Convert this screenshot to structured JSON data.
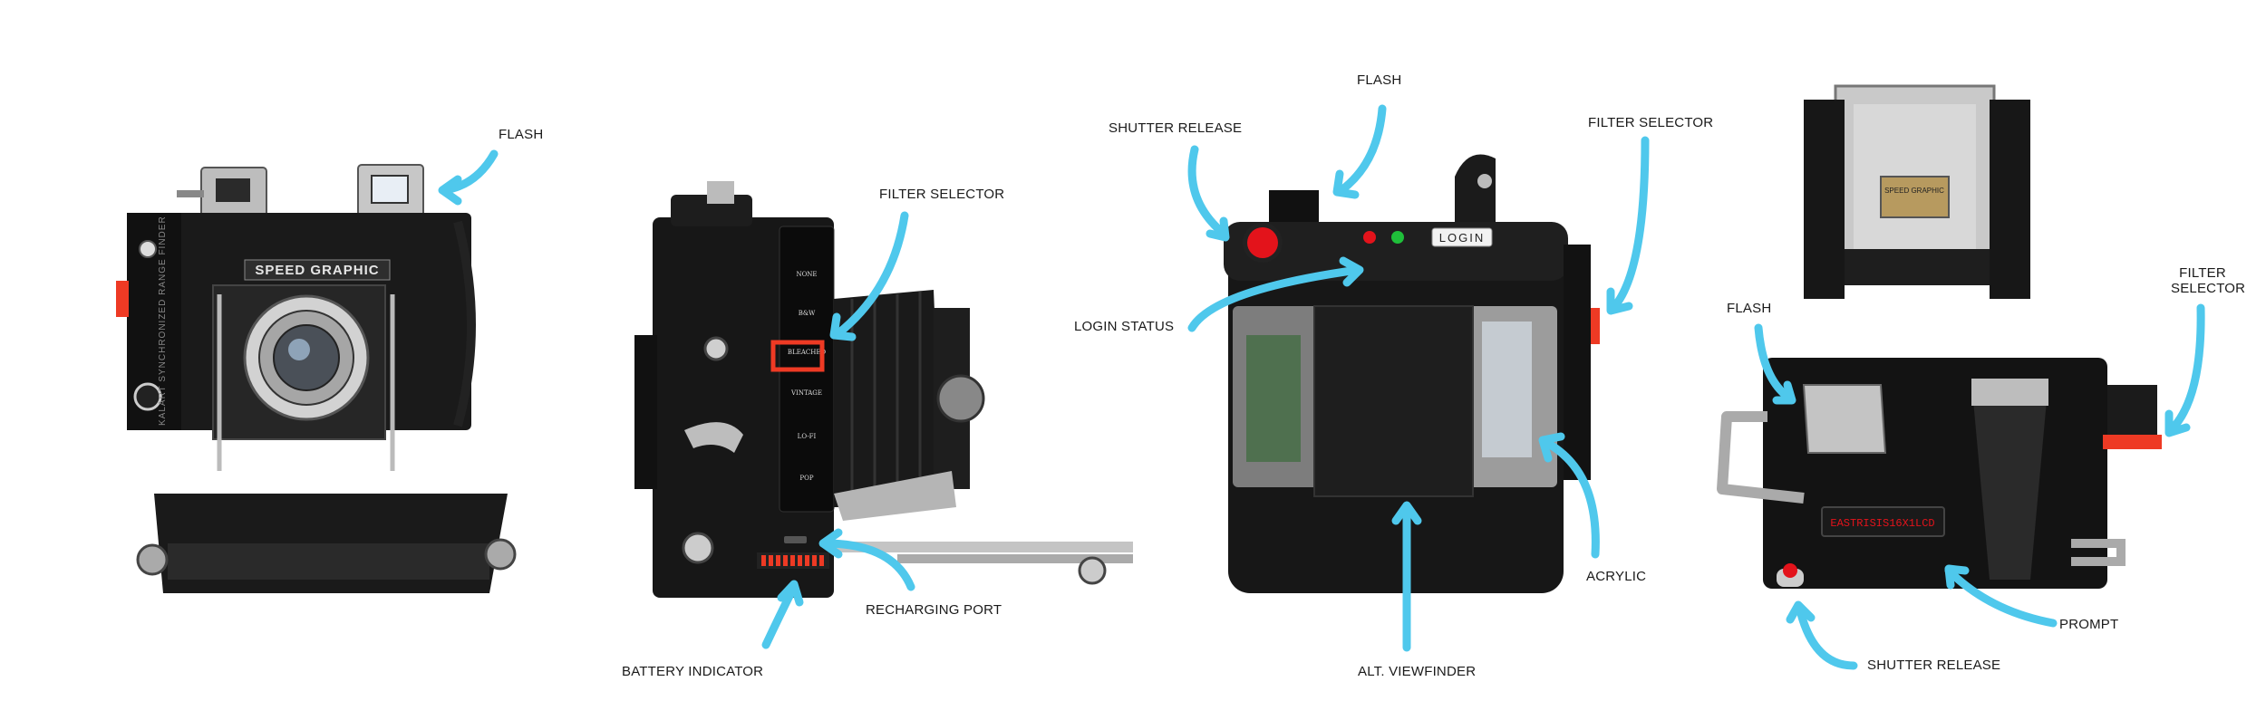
{
  "colors": {
    "arrow": "#4fc8ec",
    "accent_red": "#ee3a24",
    "led_red": "#e3131b",
    "led_green": "#1fbf3a",
    "body_black": "#141414"
  },
  "views": [
    {
      "name": "front",
      "brand": "SPEED GRAPHIC",
      "side_text": "KALART SYNCHRONIZED RANGE FINDER",
      "labels": {
        "flash": "FLASH"
      }
    },
    {
      "name": "side",
      "filter_menu": [
        "NONE",
        "B&W",
        "BLEACHED",
        "VINTAGE",
        "LO-FI",
        "POP"
      ],
      "labels": {
        "filter_selector": "FILTER SELECTOR",
        "recharging_port": "RECHARGING PORT",
        "battery_indicator": "BATTERY INDICATOR"
      }
    },
    {
      "name": "back",
      "login_button": "LOGIN",
      "labels": {
        "flash": "FLASH",
        "shutter_release": "SHUTTER RELEASE",
        "filter_selector": "FILTER SELECTOR",
        "login_status": "LOGIN STATUS",
        "acrylic": "ACRYLIC",
        "alt_viewfinder": "ALT. VIEWFINDER"
      }
    },
    {
      "name": "top",
      "plate_text": "SPEED GRAPHIC",
      "display_text": "EASTRISIS16X1LCD",
      "labels": {
        "flash": "FLASH",
        "filter_selector_line1": "FILTER",
        "filter_selector_line2": "SELECTOR",
        "prompt": "PROMPT",
        "shutter_release": "SHUTTER RELEASE"
      }
    }
  ]
}
